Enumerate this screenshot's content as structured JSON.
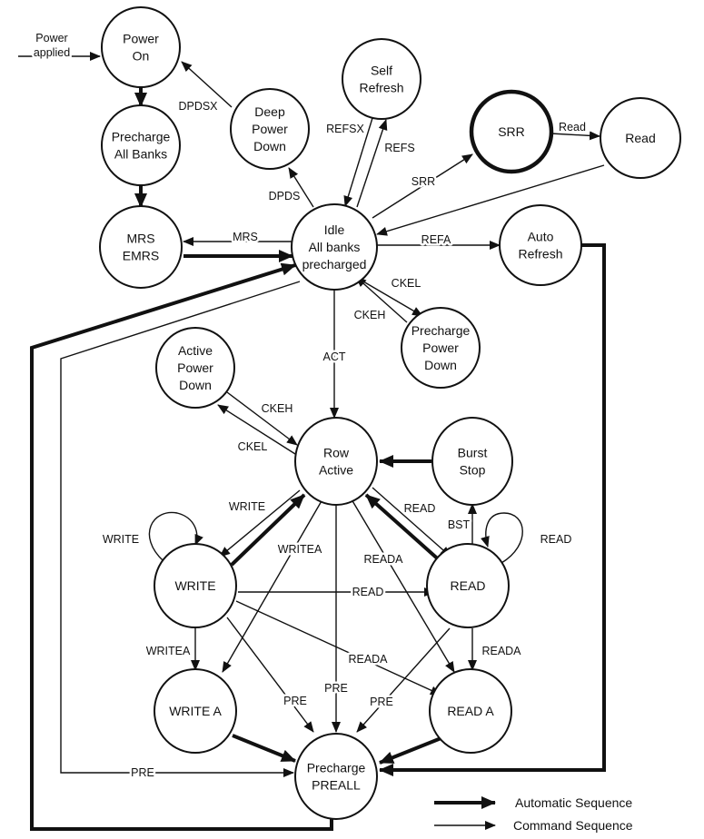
{
  "nodes": {
    "power_on": {
      "lines": [
        "Power",
        "On"
      ]
    },
    "precharge_all": {
      "lines": [
        "Precharge",
        "All Banks"
      ]
    },
    "mrs": {
      "lines": [
        "MRS",
        "EMRS"
      ]
    },
    "deep_pd": {
      "lines": [
        "Deep",
        "Power",
        "Down"
      ]
    },
    "self_refresh": {
      "lines": [
        "Self",
        "Refresh"
      ]
    },
    "srr": {
      "lines": [
        "SRR"
      ]
    },
    "read_top": {
      "lines": [
        "Read"
      ]
    },
    "idle": {
      "lines": [
        "Idle",
        "All banks",
        "precharged"
      ]
    },
    "auto_refresh": {
      "lines": [
        "Auto",
        "Refresh"
      ]
    },
    "precharge_pd": {
      "lines": [
        "Precharge",
        "Power",
        "Down"
      ]
    },
    "active_pd": {
      "lines": [
        "Active",
        "Power",
        "Down"
      ]
    },
    "row_active": {
      "lines": [
        "Row",
        "Active"
      ]
    },
    "burst_stop": {
      "lines": [
        "Burst",
        "Stop"
      ]
    },
    "write": {
      "lines": [
        "WRITE"
      ]
    },
    "read": {
      "lines": [
        "READ"
      ]
    },
    "write_a": {
      "lines": [
        "WRITE A"
      ]
    },
    "read_a": {
      "lines": [
        "READ A"
      ]
    },
    "preall": {
      "lines": [
        "Precharge",
        "PREALL"
      ]
    }
  },
  "transitions": [
    {
      "from": "external",
      "to": "power_on",
      "type": "command",
      "label": [
        "Power",
        "applied"
      ]
    },
    {
      "from": "power_on",
      "to": "precharge_all",
      "type": "automatic",
      "label": []
    },
    {
      "from": "precharge_all",
      "to": "mrs",
      "type": "automatic",
      "label": []
    },
    {
      "from": "deep_pd",
      "to": "power_on",
      "type": "command",
      "label": [
        "DPDSX"
      ]
    },
    {
      "from": "idle",
      "to": "deep_pd",
      "type": "command",
      "label": [
        "DPDS"
      ]
    },
    {
      "from": "self_refresh",
      "to": "idle",
      "type": "command",
      "label": [
        "REFSX"
      ]
    },
    {
      "from": "idle",
      "to": "self_refresh",
      "type": "command",
      "label": [
        "REFS"
      ]
    },
    {
      "from": "idle",
      "to": "srr",
      "type": "command",
      "label": [
        "SRR"
      ]
    },
    {
      "from": "srr",
      "to": "read_top",
      "type": "command",
      "label": [
        "Read"
      ]
    },
    {
      "from": "read_top",
      "to": "idle",
      "type": "command",
      "label": []
    },
    {
      "from": "idle",
      "to": "mrs",
      "type": "command",
      "label": [
        "MRS"
      ]
    },
    {
      "from": "mrs",
      "to": "idle",
      "type": "automatic",
      "label": []
    },
    {
      "from": "idle",
      "to": "auto_refresh",
      "type": "command",
      "label": [
        "REFA"
      ]
    },
    {
      "from": "auto_refresh",
      "to": "preall",
      "type": "automatic",
      "label": []
    },
    {
      "from": "idle",
      "to": "precharge_pd",
      "type": "command",
      "label": [
        "CKEL"
      ]
    },
    {
      "from": "precharge_pd",
      "to": "idle",
      "type": "command",
      "label": [
        "CKEH"
      ]
    },
    {
      "from": "preall",
      "to": "idle",
      "type": "automatic",
      "label": []
    },
    {
      "from": "idle",
      "to": "preall",
      "type": "command",
      "label": [
        "PRE"
      ]
    },
    {
      "from": "idle",
      "to": "row_active",
      "type": "command",
      "label": [
        "ACT"
      ]
    },
    {
      "from": "active_pd",
      "to": "row_active",
      "type": "command",
      "label": [
        "CKEH"
      ]
    },
    {
      "from": "row_active",
      "to": "active_pd",
      "type": "command",
      "label": [
        "CKEL"
      ]
    },
    {
      "from": "burst_stop",
      "to": "row_active",
      "type": "automatic",
      "label": []
    },
    {
      "from": "read",
      "to": "burst_stop",
      "type": "command",
      "label": [
        "BST"
      ]
    },
    {
      "from": "row_active",
      "to": "write",
      "type": "command",
      "label": [
        "WRITE"
      ]
    },
    {
      "from": "write",
      "to": "row_active",
      "type": "automatic",
      "label": []
    },
    {
      "from": "row_active",
      "to": "read",
      "type": "command",
      "label": [
        "READ"
      ]
    },
    {
      "from": "read",
      "to": "row_active",
      "type": "automatic",
      "label": []
    },
    {
      "from": "write",
      "to": "write",
      "type": "command",
      "label": [
        "WRITE"
      ]
    },
    {
      "from": "read",
      "to": "read",
      "type": "command",
      "label": [
        "READ"
      ]
    },
    {
      "from": "write",
      "to": "read",
      "type": "command",
      "label": [
        "READ"
      ]
    },
    {
      "from": "write",
      "to": "write_a",
      "type": "command",
      "label": [
        "WRITEA"
      ]
    },
    {
      "from": "row_active",
      "to": "write_a",
      "type": "command",
      "label": [
        "WRITEA"
      ]
    },
    {
      "from": "row_active",
      "to": "read_a",
      "type": "command",
      "label": [
        "READA"
      ]
    },
    {
      "from": "write",
      "to": "read_a",
      "type": "command",
      "label": [
        "READA"
      ]
    },
    {
      "from": "read",
      "to": "read_a",
      "type": "command",
      "label": [
        "READA"
      ]
    },
    {
      "from": "write",
      "to": "preall",
      "type": "command",
      "label": [
        "PRE"
      ]
    },
    {
      "from": "row_active",
      "to": "preall",
      "type": "command",
      "label": [
        "PRE"
      ]
    },
    {
      "from": "read",
      "to": "preall",
      "type": "command",
      "label": [
        "PRE"
      ]
    },
    {
      "from": "write_a",
      "to": "preall",
      "type": "automatic",
      "label": []
    },
    {
      "from": "read_a",
      "to": "preall",
      "type": "automatic",
      "label": []
    }
  ],
  "legend": {
    "automatic": "Automatic Sequence",
    "command": "Command Sequence"
  }
}
